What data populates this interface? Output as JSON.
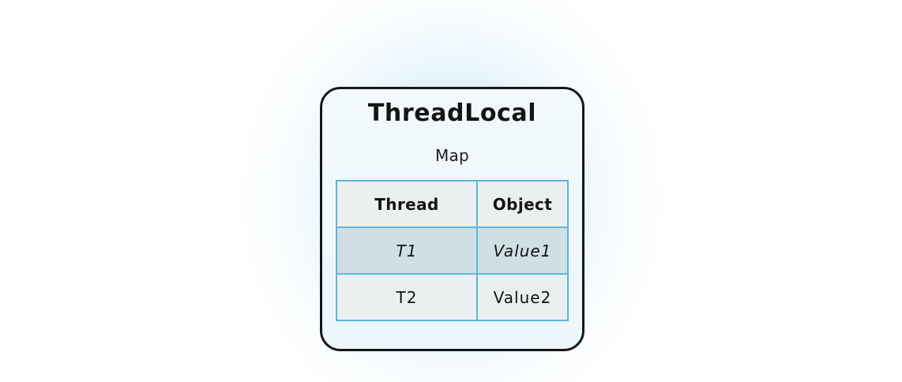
{
  "diagram": {
    "card": {
      "title": "ThreadLocal",
      "subtitle": "Map"
    },
    "table": {
      "headers": [
        "Thread",
        "Object"
      ],
      "rows": [
        {
          "thread": "T1",
          "object": "Value1",
          "highlighted": true
        },
        {
          "thread": "T2",
          "object": "Value2",
          "highlighted": false
        }
      ]
    },
    "colors": {
      "card_border": "#14181c",
      "card_background": "#eef7fb",
      "table_border": "#5bb8d4",
      "cell_background": "#eceff0",
      "row_highlight": "#cfdfe5",
      "text": "#141414",
      "glow": "#cfe8f7",
      "page_background": "#ffffff"
    }
  }
}
